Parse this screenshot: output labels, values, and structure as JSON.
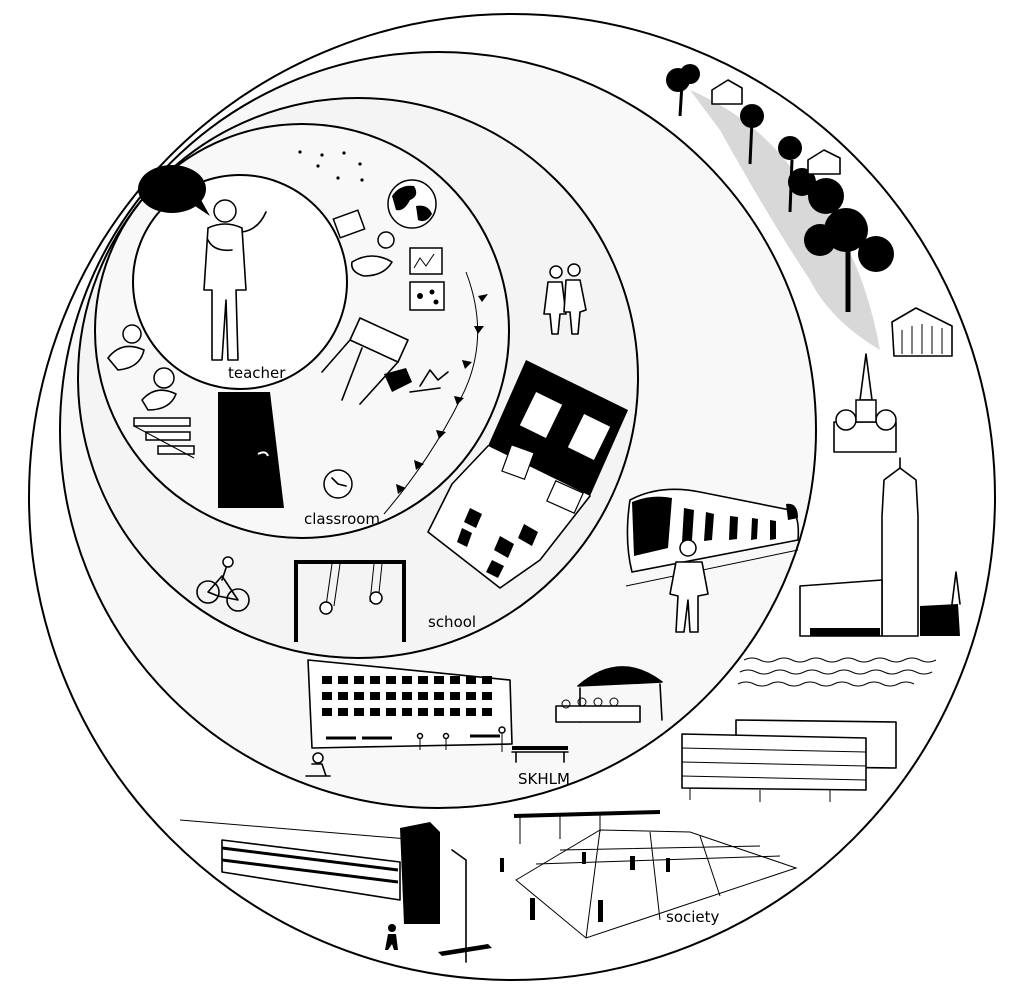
{
  "diagram": {
    "labels": {
      "teacher": "teacher",
      "classroom": "classroom",
      "school": "school",
      "skhlm": "SKHLM",
      "society": "society"
    }
  }
}
